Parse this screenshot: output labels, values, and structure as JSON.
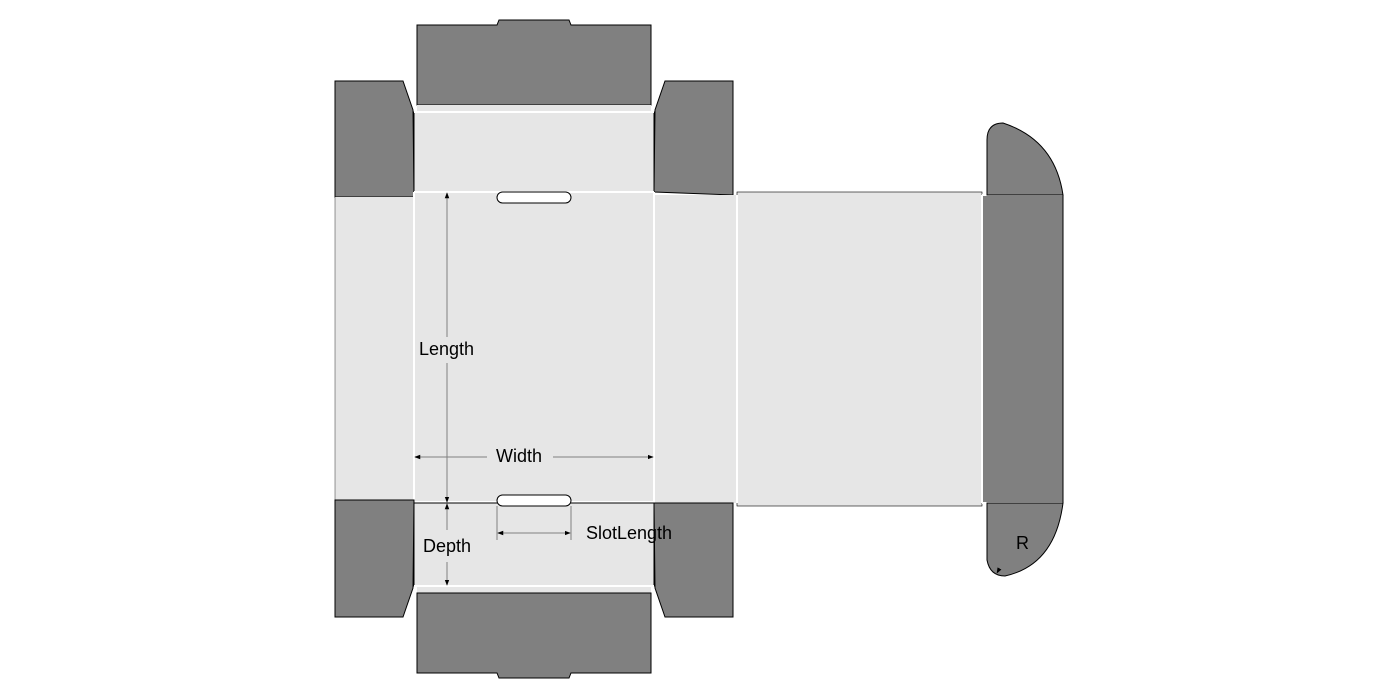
{
  "diagram": {
    "type": "box-dieline",
    "colors": {
      "flap": "#808080",
      "panel": "#e6e6e6",
      "slot": "#ffffff",
      "fold": "#ffffff",
      "outline": "#000000",
      "dimension": "#808080",
      "background": "#ffffff"
    },
    "labels": {
      "length": "Length",
      "width": "Width",
      "depth": "Depth",
      "slot_length": "SlotLength",
      "radius": "R"
    }
  }
}
